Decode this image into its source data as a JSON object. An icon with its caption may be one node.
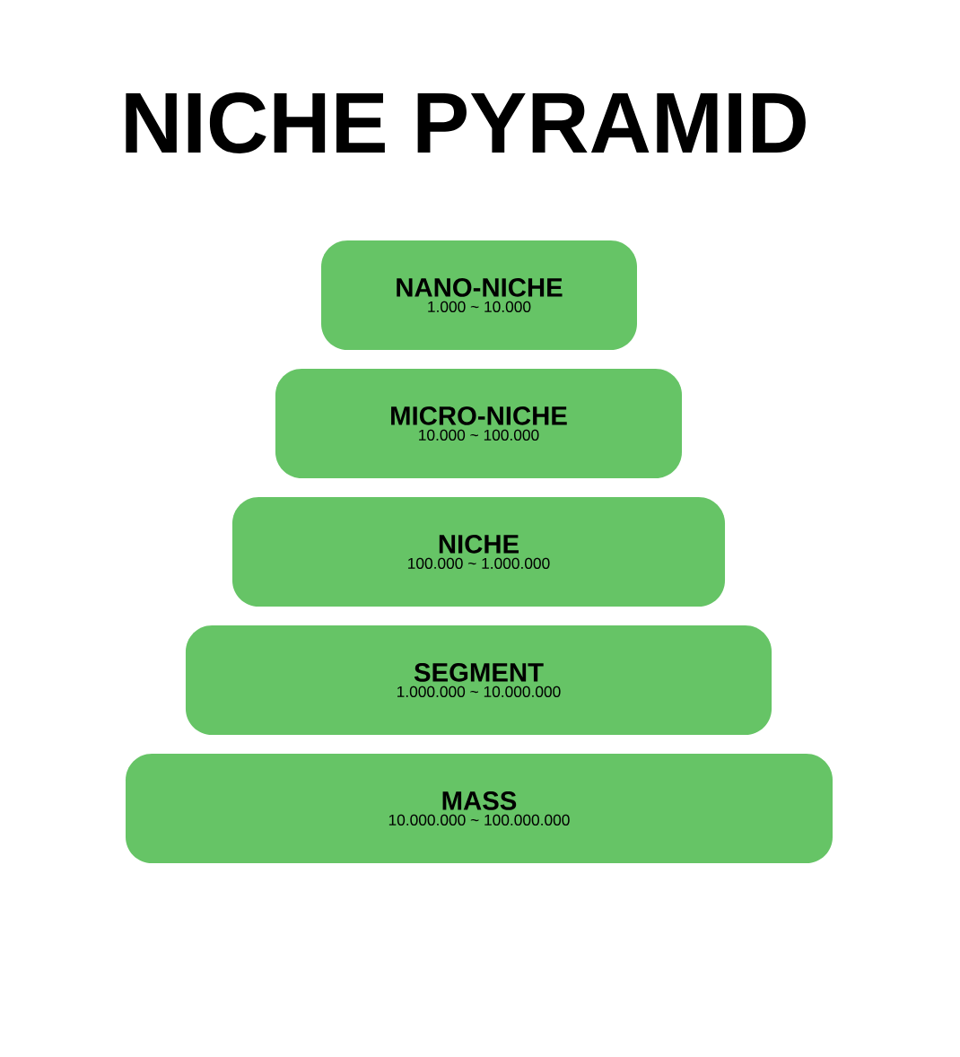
{
  "diagram": {
    "title": "NICHE PYRAMID",
    "nodes": [
      {
        "text": [
          "NANO-NICHE",
          "1.000 ~ 10.000"
        ]
      },
      {
        "text": [
          "MICRO-NICHE",
          "10.000 ~ 100.000"
        ]
      },
      {
        "text": [
          "NICHE",
          "100.000 ~ 1.000.000"
        ]
      },
      {
        "text": [
          "SEGMENT",
          "1.000.000 ~ 10.000.000"
        ]
      },
      {
        "text": [
          "MASS",
          "10.000.000 ~ 100.000.000"
        ]
      }
    ]
  }
}
